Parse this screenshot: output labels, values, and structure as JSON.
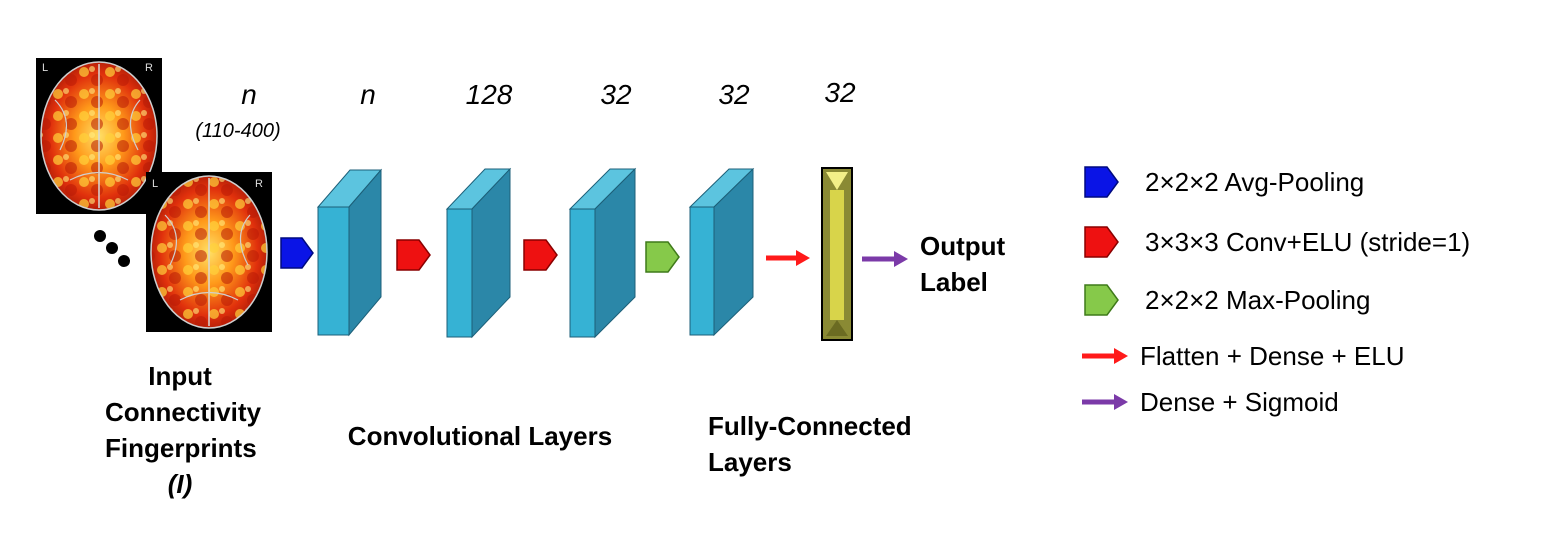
{
  "dimensions": {
    "input": "n",
    "input_range": "(110-400)",
    "conv1": "n",
    "conv2": "128",
    "conv3": "32",
    "conv4": "32",
    "dense": "32"
  },
  "captions": {
    "input_line1": "Input",
    "input_line2": "Connectivity",
    "input_line3": "Fingerprints",
    "input_line4": "(I)",
    "conv": "Convolutional Layers",
    "fc_line1": "Fully-Connected",
    "fc_line2": "Layers",
    "output_line1": "Output",
    "output_line2": "Label"
  },
  "brain_labels": {
    "left": "L",
    "right": "R"
  },
  "legend": [
    {
      "label": "2×2×2 Avg-Pooling",
      "color": "#0a14e6",
      "shape": "pentagon"
    },
    {
      "label": "3×3×3 Conv+ELU (stride=1)",
      "color": "#ee1111",
      "shape": "pentagon"
    },
    {
      "label": "2×2×2 Max-Pooling",
      "color": "#86c94a",
      "shape": "pentagon"
    },
    {
      "label": "Flatten + Dense + ELU",
      "color": "#ff1a1a",
      "shape": "arrow"
    },
    {
      "label": "Dense + Sigmoid",
      "color": "#7b3aa8",
      "shape": "arrow"
    }
  ],
  "colors": {
    "block_front": "#36b2d4",
    "block_side": "#2b87a8",
    "block_top": "#5cc4df",
    "dense_fill": "#d8d44a",
    "dense_side": "#8a8a34"
  }
}
